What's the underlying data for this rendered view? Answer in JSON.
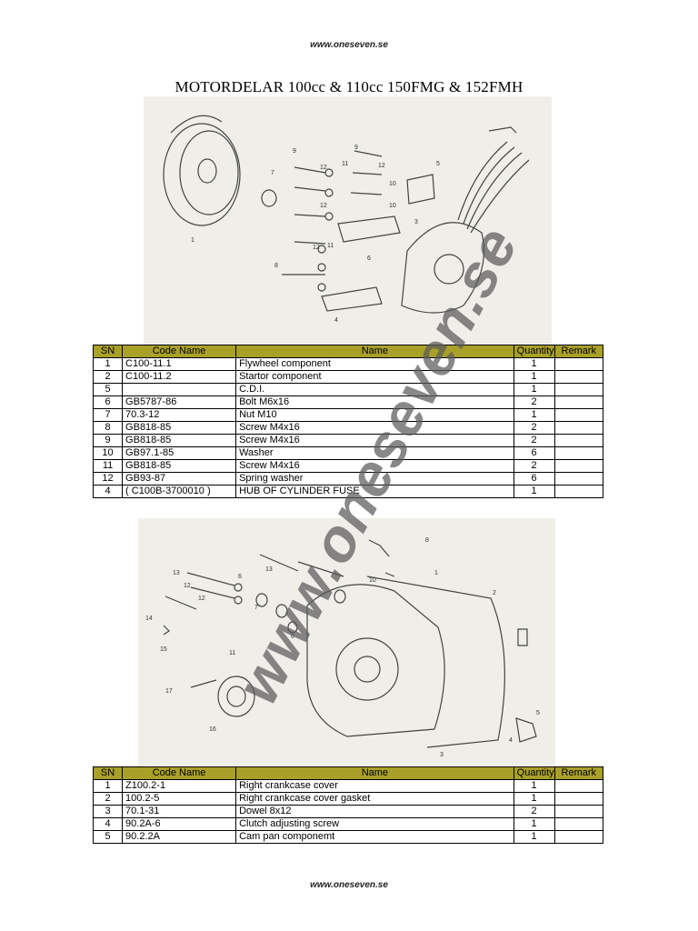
{
  "header_url": "www.oneseven.se",
  "footer_url": "www.oneseven.se",
  "title": "MOTORDELAR 100cc & 110cc   150FMG & 152FMH",
  "watermark": "www.oneseven.se",
  "table_headers": [
    "SN",
    "Code Name",
    "Name",
    "Quantity",
    "Remark"
  ],
  "diagram1_callouts": [
    "1",
    "7",
    "9",
    "12",
    "11",
    "9",
    "12",
    "10",
    "5",
    "12",
    "10",
    "3",
    "8",
    "12",
    "11",
    "6",
    "4"
  ],
  "diagram2_callouts": [
    "13",
    "12",
    "6",
    "13",
    "8",
    "10",
    "1",
    "2",
    "14",
    "12",
    "7",
    "6",
    "15",
    "11",
    "17",
    "16",
    "3",
    "4",
    "5"
  ],
  "table1_rows": [
    {
      "sn": "1",
      "code": "C100-11.1",
      "name": "Flywheel component",
      "qty": "1",
      "remark": ""
    },
    {
      "sn": "2",
      "code": "C100-11.2",
      "name": "Startor component",
      "qty": "1",
      "remark": ""
    },
    {
      "sn": "5",
      "code": "",
      "name": "C.D.I.",
      "qty": "1",
      "remark": ""
    },
    {
      "sn": "6",
      "code": "GB5787-86",
      "name": "Bolt M6x16",
      "qty": "2",
      "remark": ""
    },
    {
      "sn": "7",
      "code": "70.3-12",
      "name": "Nut M10",
      "qty": "1",
      "remark": ""
    },
    {
      "sn": "8",
      "code": "GB818-85",
      "name": "Screw M4x16",
      "qty": "2",
      "remark": ""
    },
    {
      "sn": "9",
      "code": "GB818-85",
      "name": "Screw M4x16",
      "qty": "2",
      "remark": ""
    },
    {
      "sn": "10",
      "code": "GB97.1-85",
      "name": "Washer",
      "qty": "6",
      "remark": ""
    },
    {
      "sn": "11",
      "code": "GB818-85",
      "name": "Screw M4x16",
      "qty": "2",
      "remark": ""
    },
    {
      "sn": "12",
      "code": "GB93-87",
      "name": "Spring washer",
      "qty": "6",
      "remark": ""
    },
    {
      "sn": "4",
      "code": "( C100B-3700010 )",
      "name": "HUB OF CYLINDER FUSE",
      "qty": "1",
      "remark": ""
    }
  ],
  "table2_rows": [
    {
      "sn": "1",
      "code": "Z100.2-1",
      "name": "Right crankcase cover",
      "qty": "1",
      "remark": ""
    },
    {
      "sn": "2",
      "code": "100.2-5",
      "name": "Right crankcase cover gasket",
      "qty": "1",
      "remark": ""
    },
    {
      "sn": "3",
      "code": "70.1-31",
      "name": "Dowel 8x12",
      "qty": "2",
      "remark": ""
    },
    {
      "sn": "4",
      "code": "90.2A-6",
      "name": "Clutch adjusting screw",
      "qty": "1",
      "remark": ""
    },
    {
      "sn": "5",
      "code": "90.2.2A",
      "name": "Cam pan componemt",
      "qty": "1",
      "remark": ""
    }
  ]
}
